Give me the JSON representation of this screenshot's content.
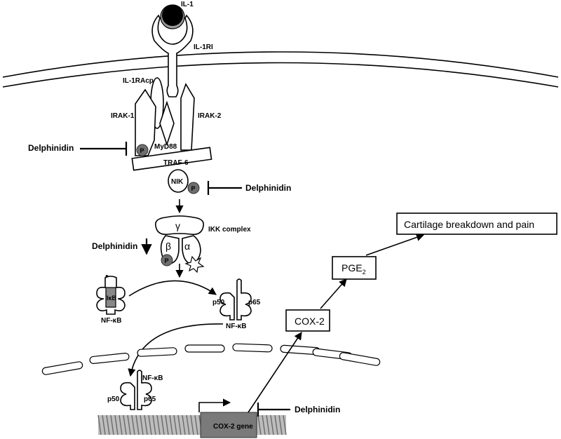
{
  "labels": {
    "il1": "IL-1",
    "il1ri": "IL-1RI",
    "il1racp": "IL-1RAcp",
    "irak1": "IRAK-1",
    "irak2": "IRAK-2",
    "myd88": "MyD88",
    "traf6": "TRAF-6",
    "nik": "NIK",
    "ikk_complex": "IKK complex",
    "gamma": "γ",
    "beta": "β",
    "alpha": "α",
    "ikb": "IκB",
    "nfkb": "NF-κB",
    "p50": "p50",
    "p65": "p65",
    "phospho": "P",
    "cox2": "COX-2",
    "pge2": "PGE",
    "pge2_sub": "2",
    "cox2_gene": "COX-2 gene",
    "outcome": "Cartilage breakdown and pain"
  },
  "inhibitor": {
    "name": "Delphinidin"
  },
  "colors": {
    "ligand": "#000000",
    "phosphate": "#6e6e6e",
    "gene_box": "#7a7a7a",
    "dna": "#888888"
  }
}
